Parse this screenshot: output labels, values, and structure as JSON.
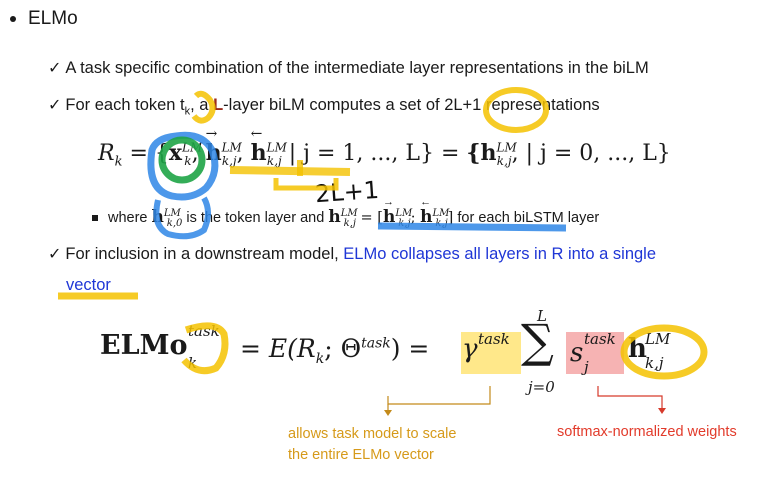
{
  "title": "ELMo",
  "line1": "A task specific combination of the intermediate layer representations in the biLM",
  "line2": {
    "a": "For each token t",
    "sub": "k",
    "b": ", a ",
    "c": "L",
    "d": "-layer biLM computes a set of ",
    "e": "2L+1",
    "f": " representations"
  },
  "eq1": {
    "lhs": "R",
    "lhs_sub": "k",
    "eq": "=",
    "set_open": "{",
    "x_sym": "x",
    "x_sup": "LM",
    "x_sub": "k",
    "h_sym": "h",
    "h_sup": "LM",
    "h_sub": "k,j",
    "cond": "| j = 1, ..., L}",
    "eq2": "=",
    "set2": "{h",
    "set2_sup": "LM",
    "set2_sub": "k,j",
    "cond2": ", | j = 0, ..., L}"
  },
  "handwritten": "2L+1",
  "subbullet": {
    "a": "where ",
    "h0": "h",
    "h0_sup": "LM",
    "h0_sub": "k,0",
    "b": " is the token layer and ",
    "h": "h",
    "h_sup": "LM",
    "h_sub": "k,j",
    "eqsign": " = [",
    "pair": "h",
    "semi": "; ",
    "close": "]",
    "c": " for each biLSTM layer"
  },
  "line3": {
    "a": "For inclusion in a downstream model, ",
    "b": "ELMo collapses all layers in R into a single",
    "c": "vector"
  },
  "eq2": {
    "name": "ELMo",
    "sup": "task",
    "sub": "k",
    "eq": "= E(R",
    "eq_sub": "k",
    "theta": "; Θ",
    "theta_sup": "task",
    "close": ") =",
    "gamma": "γ",
    "gamma_sup": "task",
    "sum_top": "L",
    "sum": "∑",
    "sum_bot": "j=0",
    "s": "s",
    "s_sup": "task",
    "s_sub": "j",
    "h": "h",
    "h_sup": "LM",
    "h_sub": "k,j"
  },
  "note_gamma": [
    "allows task model to scale",
    "the entire ELMo vector"
  ],
  "note_s": "softmax-normalized weights",
  "colors": {
    "blue": "#1f36d6",
    "orange": "#d69a1a",
    "red": "#e23b2b",
    "highlight": "#f4c200"
  }
}
